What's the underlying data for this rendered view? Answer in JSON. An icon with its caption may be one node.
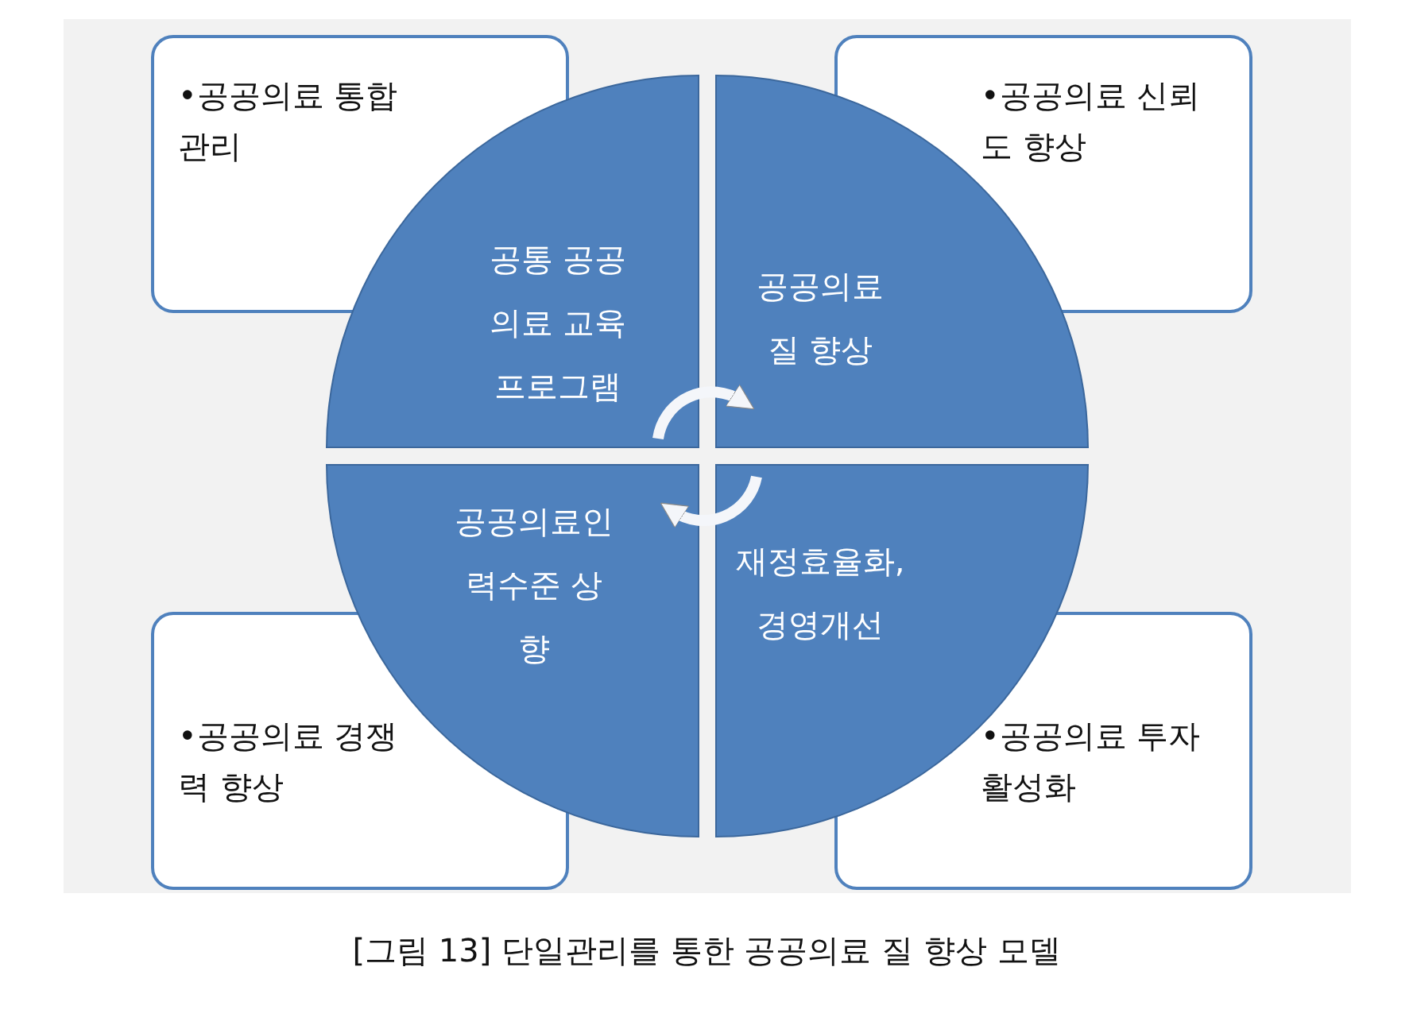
{
  "diagram": {
    "caption": "[그림 13] 단일관리를 통한 공공의료 질 향상 모델",
    "nodes": [
      {
        "text": [
          "•공공의료 통합관리"
        ]
      },
      {
        "text": [
          "•공공의료 신뢰도 향상"
        ]
      },
      {
        "text": [
          "•공공의료 경쟁력 향상"
        ]
      },
      {
        "text": [
          "•공공의료 투자활성화"
        ]
      },
      {
        "text": [
          "공통 공공 의료 교육 프로그램"
        ]
      },
      {
        "text": [
          "공공의료 질 향상"
        ]
      },
      {
        "text": [
          "공공의료인력수준 상향"
        ]
      },
      {
        "text": [
          "재정효율화, 경영개선"
        ]
      }
    ],
    "edges": [
      {
        "from": 4,
        "to": 5,
        "arrow": "to"
      },
      {
        "from": 7,
        "to": 6,
        "arrow": "to"
      }
    ]
  }
}
